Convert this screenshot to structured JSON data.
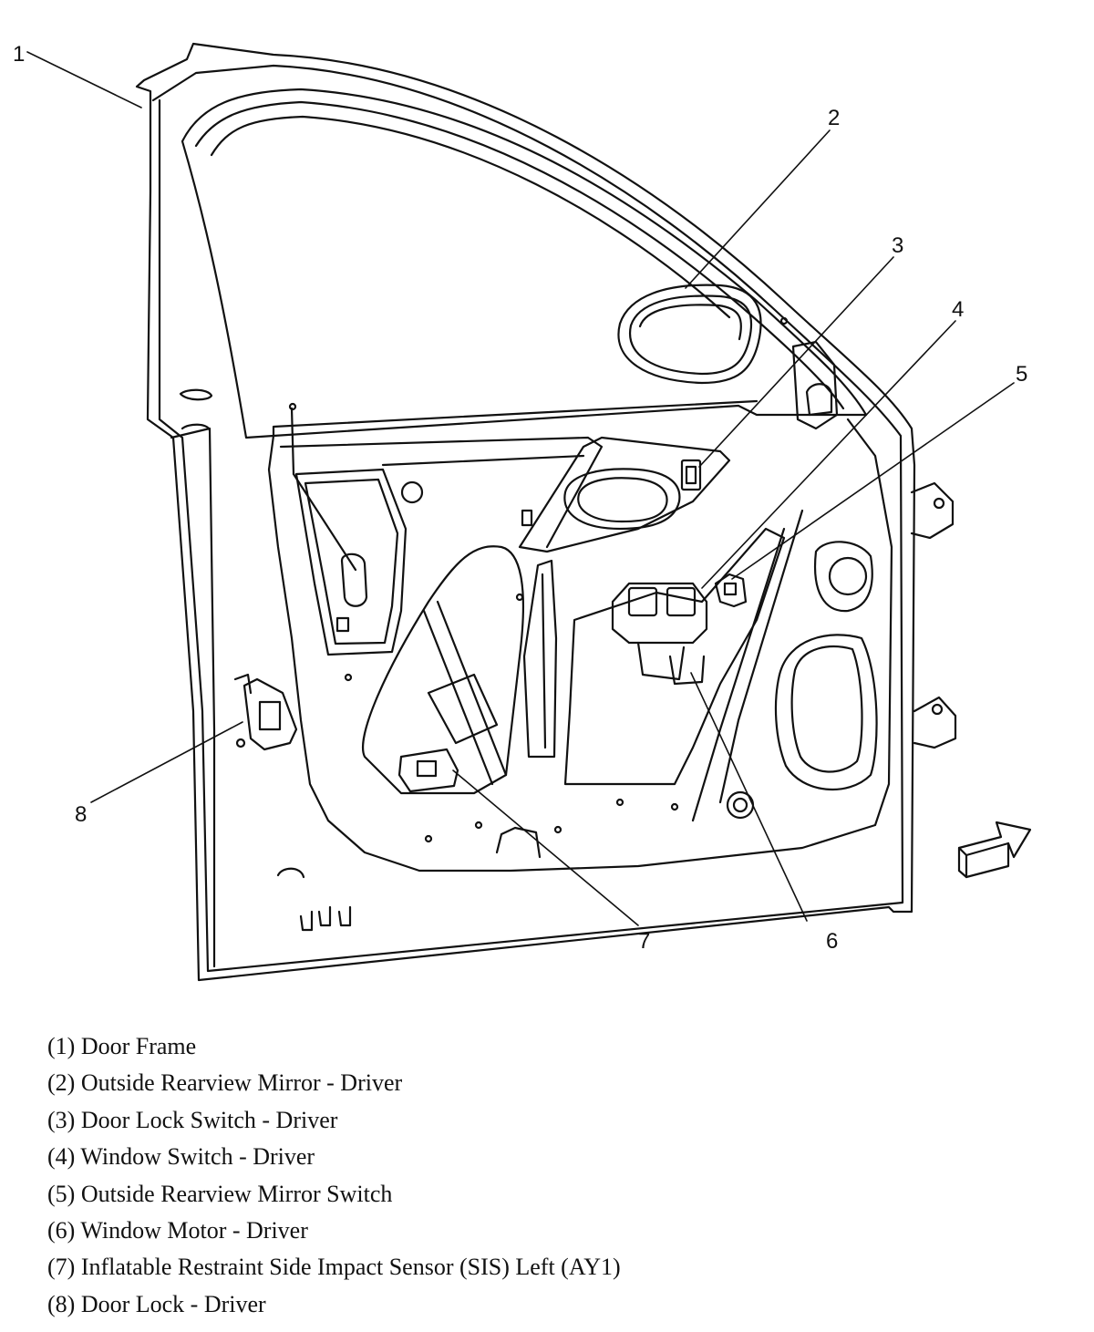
{
  "callouts": [
    {
      "num": "1"
    },
    {
      "num": "2"
    },
    {
      "num": "3"
    },
    {
      "num": "4"
    },
    {
      "num": "5"
    },
    {
      "num": "6"
    },
    {
      "num": "7"
    },
    {
      "num": "8"
    }
  ],
  "legend": [
    "(1) Door Frame",
    "(2) Outside Rearview Mirror - Driver",
    "(3) Door Lock Switch - Driver",
    "(4) Window Switch - Driver",
    "(5) Outside Rearview Mirror Switch",
    "(6) Window Motor - Driver",
    "(7) Inflatable Restraint Side Impact Sensor (SIS) Left (AY1)",
    "(8) Door Lock - Driver"
  ],
  "icons": {
    "direction": "forward-arrow-icon"
  },
  "colors": {
    "line": "#111111",
    "background": "#ffffff"
  }
}
